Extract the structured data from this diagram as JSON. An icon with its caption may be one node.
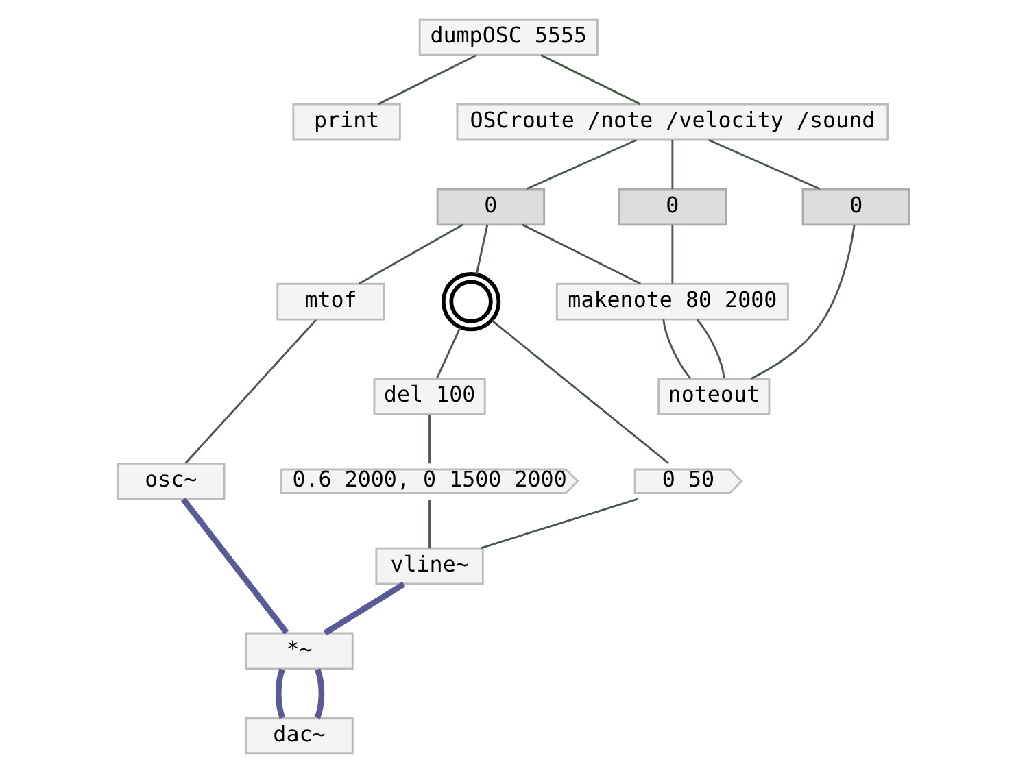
{
  "diagram": {
    "nodes": [
      {
        "text": [
          "dumpOSC 5555"
        ]
      },
      {
        "text": [
          "print"
        ]
      },
      {
        "text": [
          "OSCroute /note /velocity /sound"
        ]
      },
      {
        "text": [
          "0"
        ]
      },
      {
        "text": [
          "0"
        ]
      },
      {
        "text": [
          "0"
        ]
      },
      {
        "text": [],
        "shape": "circle"
      },
      {
        "text": [
          "makenote 80 2000"
        ]
      },
      {
        "text": [
          "noteout"
        ]
      },
      {
        "text": [
          "del 100"
        ]
      },
      {
        "text": [
          "0.6 2000, 0 1500 2000"
        ]
      },
      {
        "text": [
          "0 50"
        ]
      },
      {
        "text": [
          "mtof"
        ]
      },
      {
        "text": [
          "osc~"
        ]
      },
      {
        "text": [
          "vline~"
        ]
      },
      {
        "text": [
          "*~"
        ]
      },
      {
        "text": [
          "dac~"
        ]
      }
    ],
    "edges": [
      {
        "from": 0,
        "to": 1,
        "arrow": "none"
      },
      {
        "from": 0,
        "to": 2,
        "arrow": "none"
      },
      {
        "from": 2,
        "to": 3,
        "arrow": "none"
      },
      {
        "from": 2,
        "to": 4,
        "arrow": "none"
      },
      {
        "from": 2,
        "to": 5,
        "arrow": "none"
      },
      {
        "from": 3,
        "to": 6,
        "arrow": "none"
      },
      {
        "from": 3,
        "to": 7,
        "arrow": "none"
      },
      {
        "from": 3,
        "to": 12,
        "arrow": "none"
      },
      {
        "from": 4,
        "to": 7,
        "arrow": "none"
      },
      {
        "from": 7,
        "to": 8,
        "arrow": "none"
      },
      {
        "from": 7,
        "to": 8,
        "arrow": "none"
      },
      {
        "from": 5,
        "to": 8,
        "arrow": "none"
      },
      {
        "from": 6,
        "to": 9,
        "arrow": "none"
      },
      {
        "from": 6,
        "to": 11,
        "arrow": "none"
      },
      {
        "from": 9,
        "to": 10,
        "arrow": "none"
      },
      {
        "from": 10,
        "to": 14,
        "arrow": "none"
      },
      {
        "from": 11,
        "to": 14,
        "arrow": "none"
      },
      {
        "from": 12,
        "to": 13,
        "arrow": "none"
      },
      {
        "from": 13,
        "to": 15,
        "arrow": "none",
        "style": "thick",
        "color": "#5a5a96"
      },
      {
        "from": 14,
        "to": 15,
        "arrow": "none",
        "style": "thick",
        "color": "#5a5a96"
      },
      {
        "from": 15,
        "to": 16,
        "arrow": "none",
        "style": "thick",
        "color": "#5a5a96"
      },
      {
        "from": 15,
        "to": 16,
        "arrow": "none",
        "style": "thick",
        "color": "#5a5a96"
      }
    ]
  }
}
